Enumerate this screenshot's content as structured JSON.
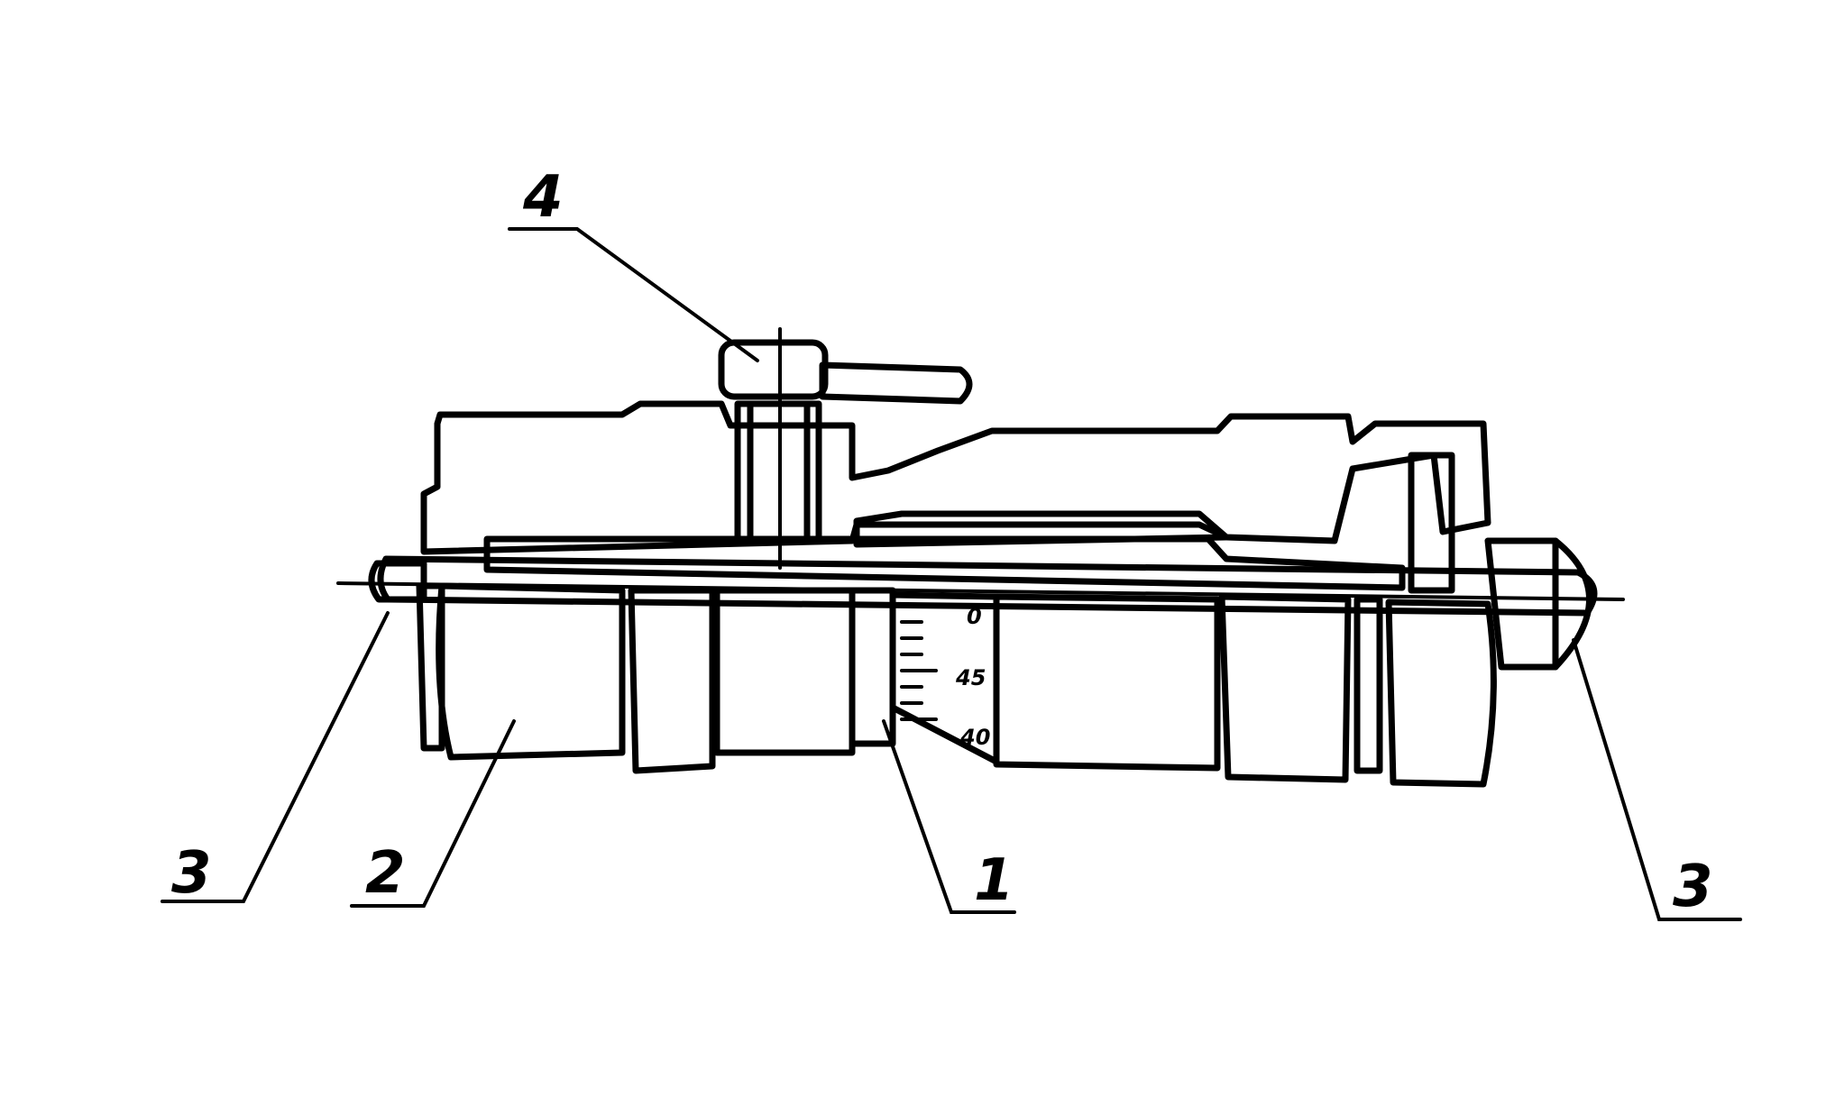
{
  "callouts": {
    "c1": "1",
    "c2": "2",
    "c3_left": "3",
    "c3_right": "3",
    "c4": "4"
  },
  "scale_labels": {
    "s0": "0",
    "s45": "45",
    "s40": "40"
  },
  "colors": {
    "ink": "#000000",
    "paper": "#ffffff"
  }
}
